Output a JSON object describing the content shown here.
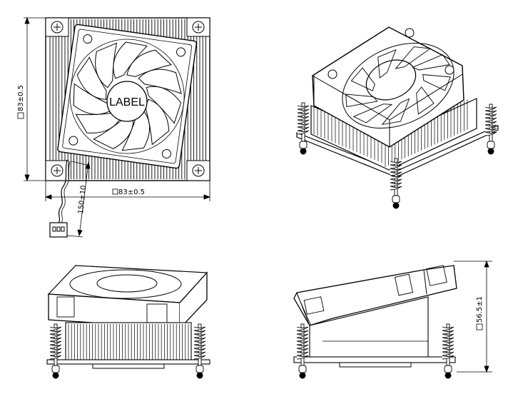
{
  "fan_label": "LABEL",
  "dimensions": {
    "height_left": "83±0.5",
    "width_bottom": "83±0.5",
    "cable_length": "150±10",
    "total_height": "56.5±1"
  },
  "line_color": "#000000",
  "background": "#ffffff"
}
